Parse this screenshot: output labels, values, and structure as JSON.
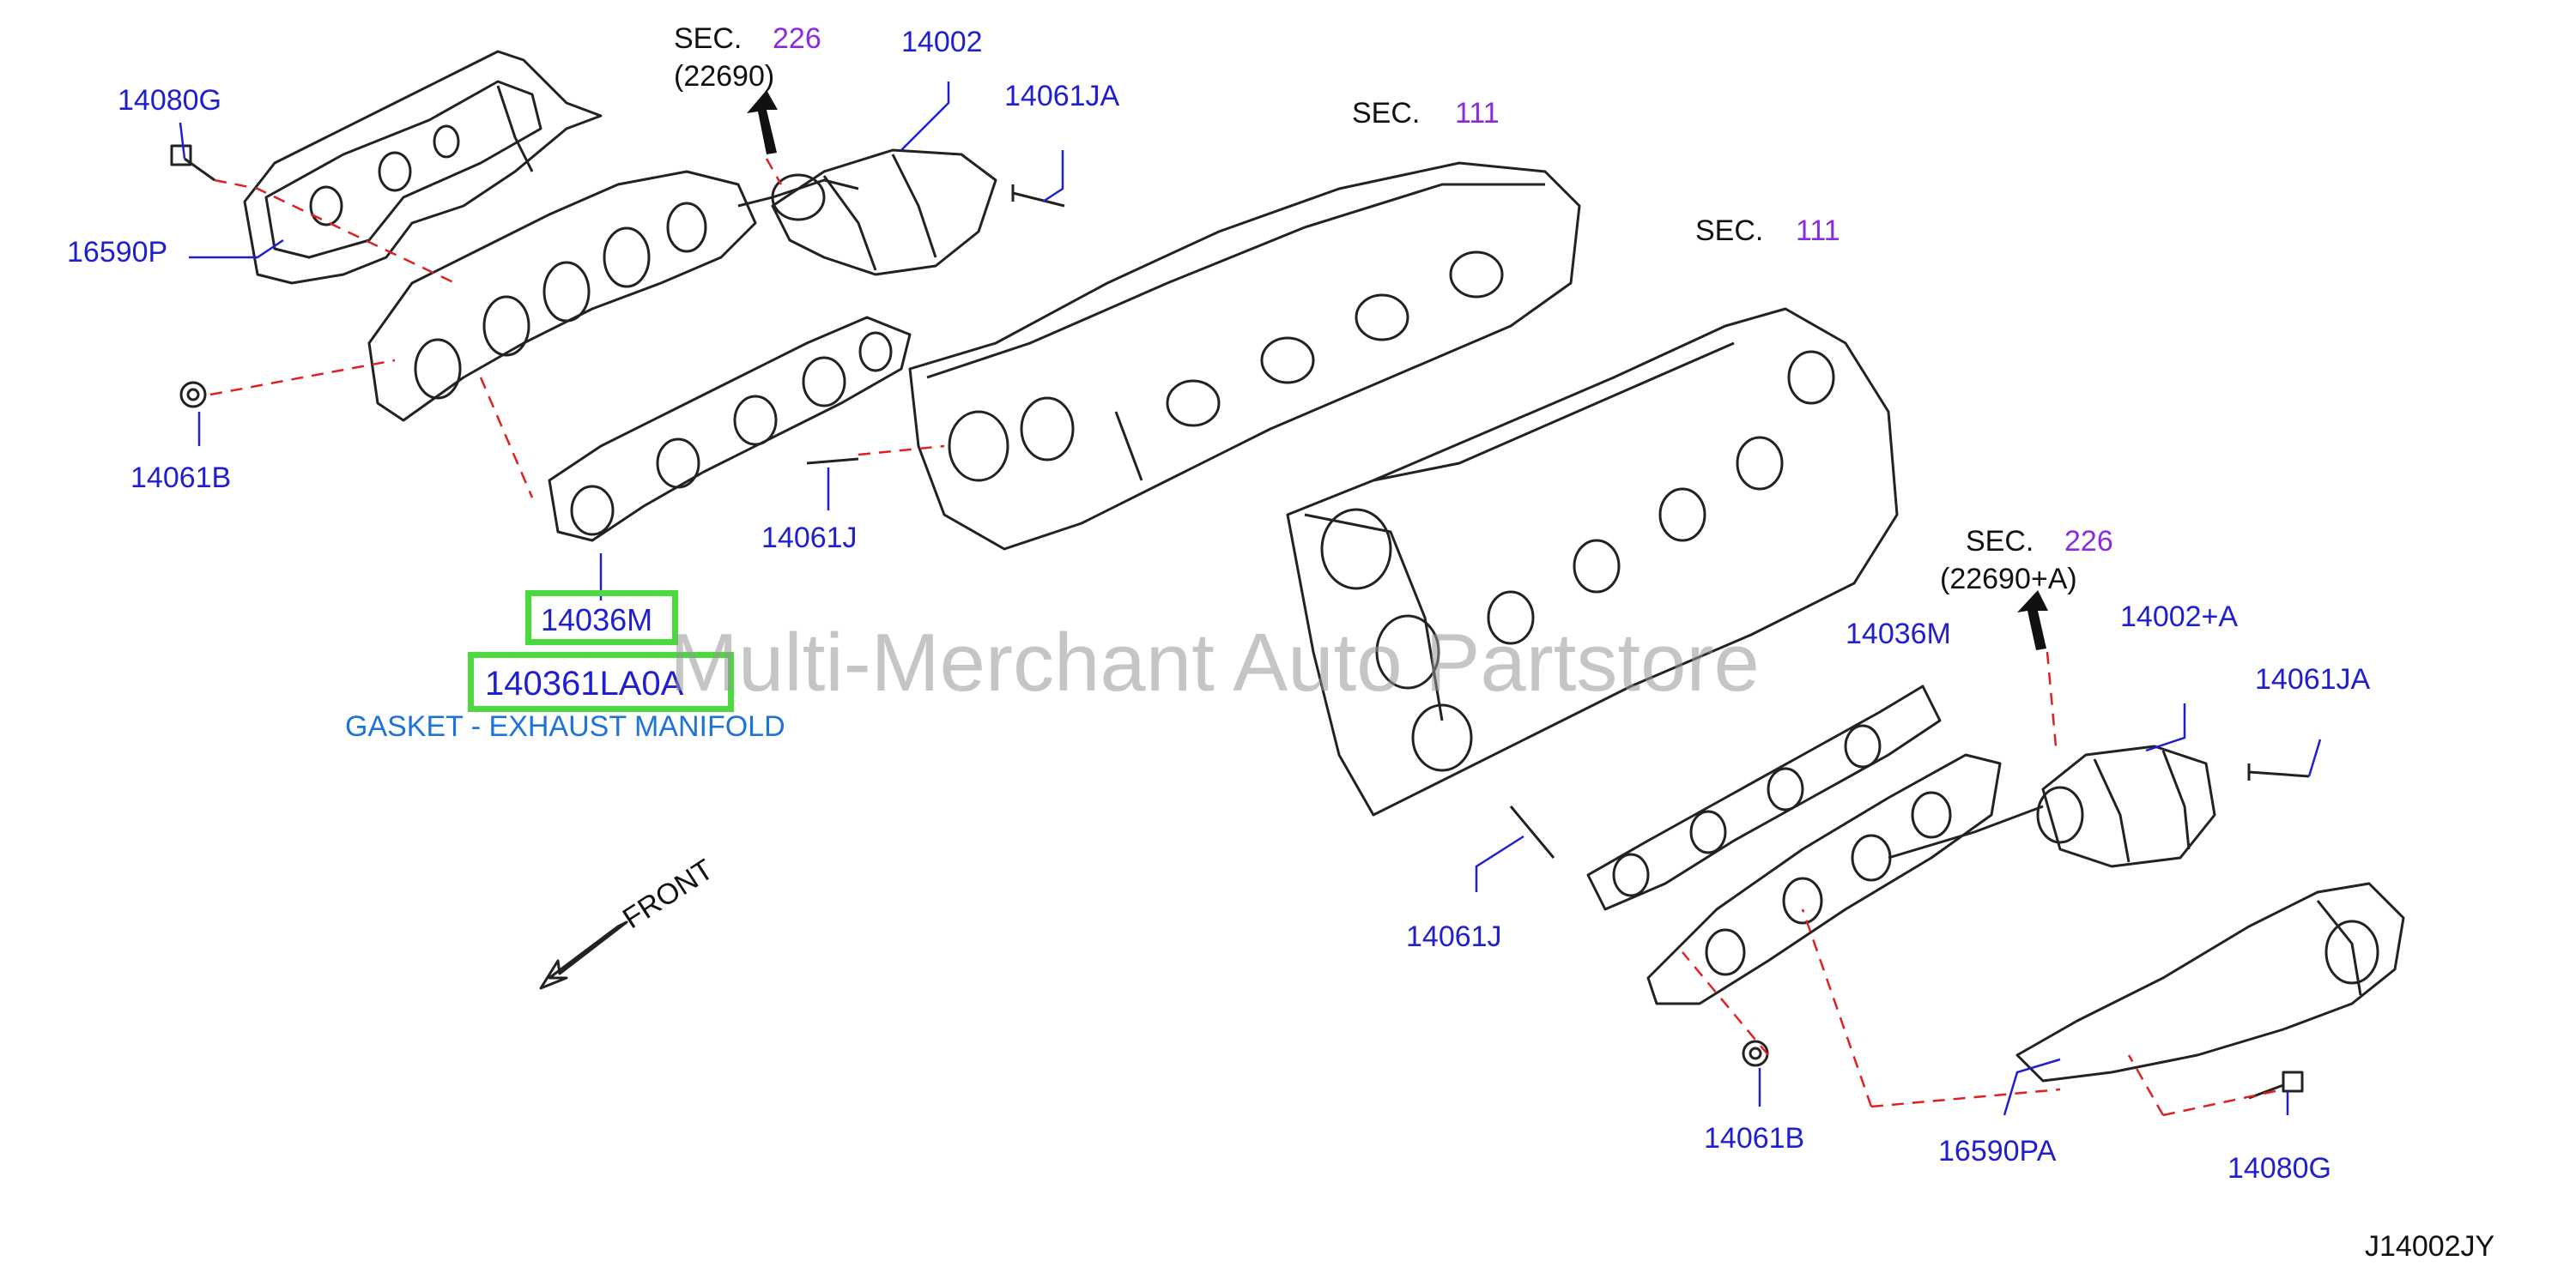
{
  "diagram": {
    "code": "J14002JY",
    "watermark": "Multi-Merchant Auto Partstore",
    "front": "FRONT",
    "sections": [
      {
        "id": "sec226-top",
        "prefix": "SEC.",
        "num": "226",
        "sub": "(22690)"
      },
      {
        "id": "sec111-a",
        "prefix": "SEC.",
        "num": "111"
      },
      {
        "id": "sec111-b",
        "prefix": "SEC.",
        "num": "111"
      },
      {
        "id": "sec226-right",
        "prefix": "SEC.",
        "num": "226",
        "sub": "(22690+A)"
      }
    ],
    "parts": {
      "p14080G_top": "14080G",
      "p16590P": "16590P",
      "p14061B_left": "14061B",
      "p14002": "14002",
      "p14061JA_top": "14061JA",
      "p14061J_left": "14061J",
      "p14036M_right": "14036M",
      "p14002A": "14002+A",
      "p14061JA_right": "14061JA",
      "p14061J_right": "14061J",
      "p14061B_right": "14061B",
      "p16590PA": "16590PA",
      "p14080G_right": "14080G"
    },
    "highlight": {
      "part": "14036M",
      "oem": "140361LA0A",
      "desc": "GASKET - EXHAUST MANIFOLD"
    },
    "colors": {
      "label": "#1f1fd0",
      "section_num": "#8a2be2",
      "highlight_box": "#4cd93e",
      "description": "#1e73d8",
      "leader_dashed": "#e02020"
    }
  }
}
